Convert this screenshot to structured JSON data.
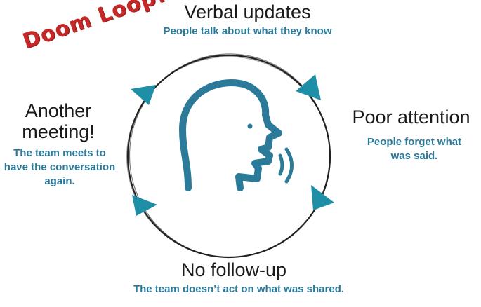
{
  "stages": {
    "top": {
      "title": "Verbal updates",
      "subtitle": "People talk about what they know"
    },
    "right": {
      "title": "Poor attention",
      "subtitle": "People forget what was said."
    },
    "bottom": {
      "title": "No follow-up",
      "subtitle": "The team doesn’t act on what was shared."
    },
    "left": {
      "title": "Another meeting!",
      "subtitle": "The team meets to have the conversation again."
    }
  },
  "stamp": "Doom Loop!",
  "icons": {
    "center": "speaking-head-icon",
    "arrows": [
      "cycle-arrow-icon",
      "cycle-arrow-icon",
      "cycle-arrow-icon",
      "cycle-arrow-icon"
    ]
  },
  "colors": {
    "accent": "#2b7a9a",
    "arrow": "#1f8fa8",
    "stamp": "#c62828",
    "ring": "#222222",
    "text": "#1a1a1a"
  }
}
